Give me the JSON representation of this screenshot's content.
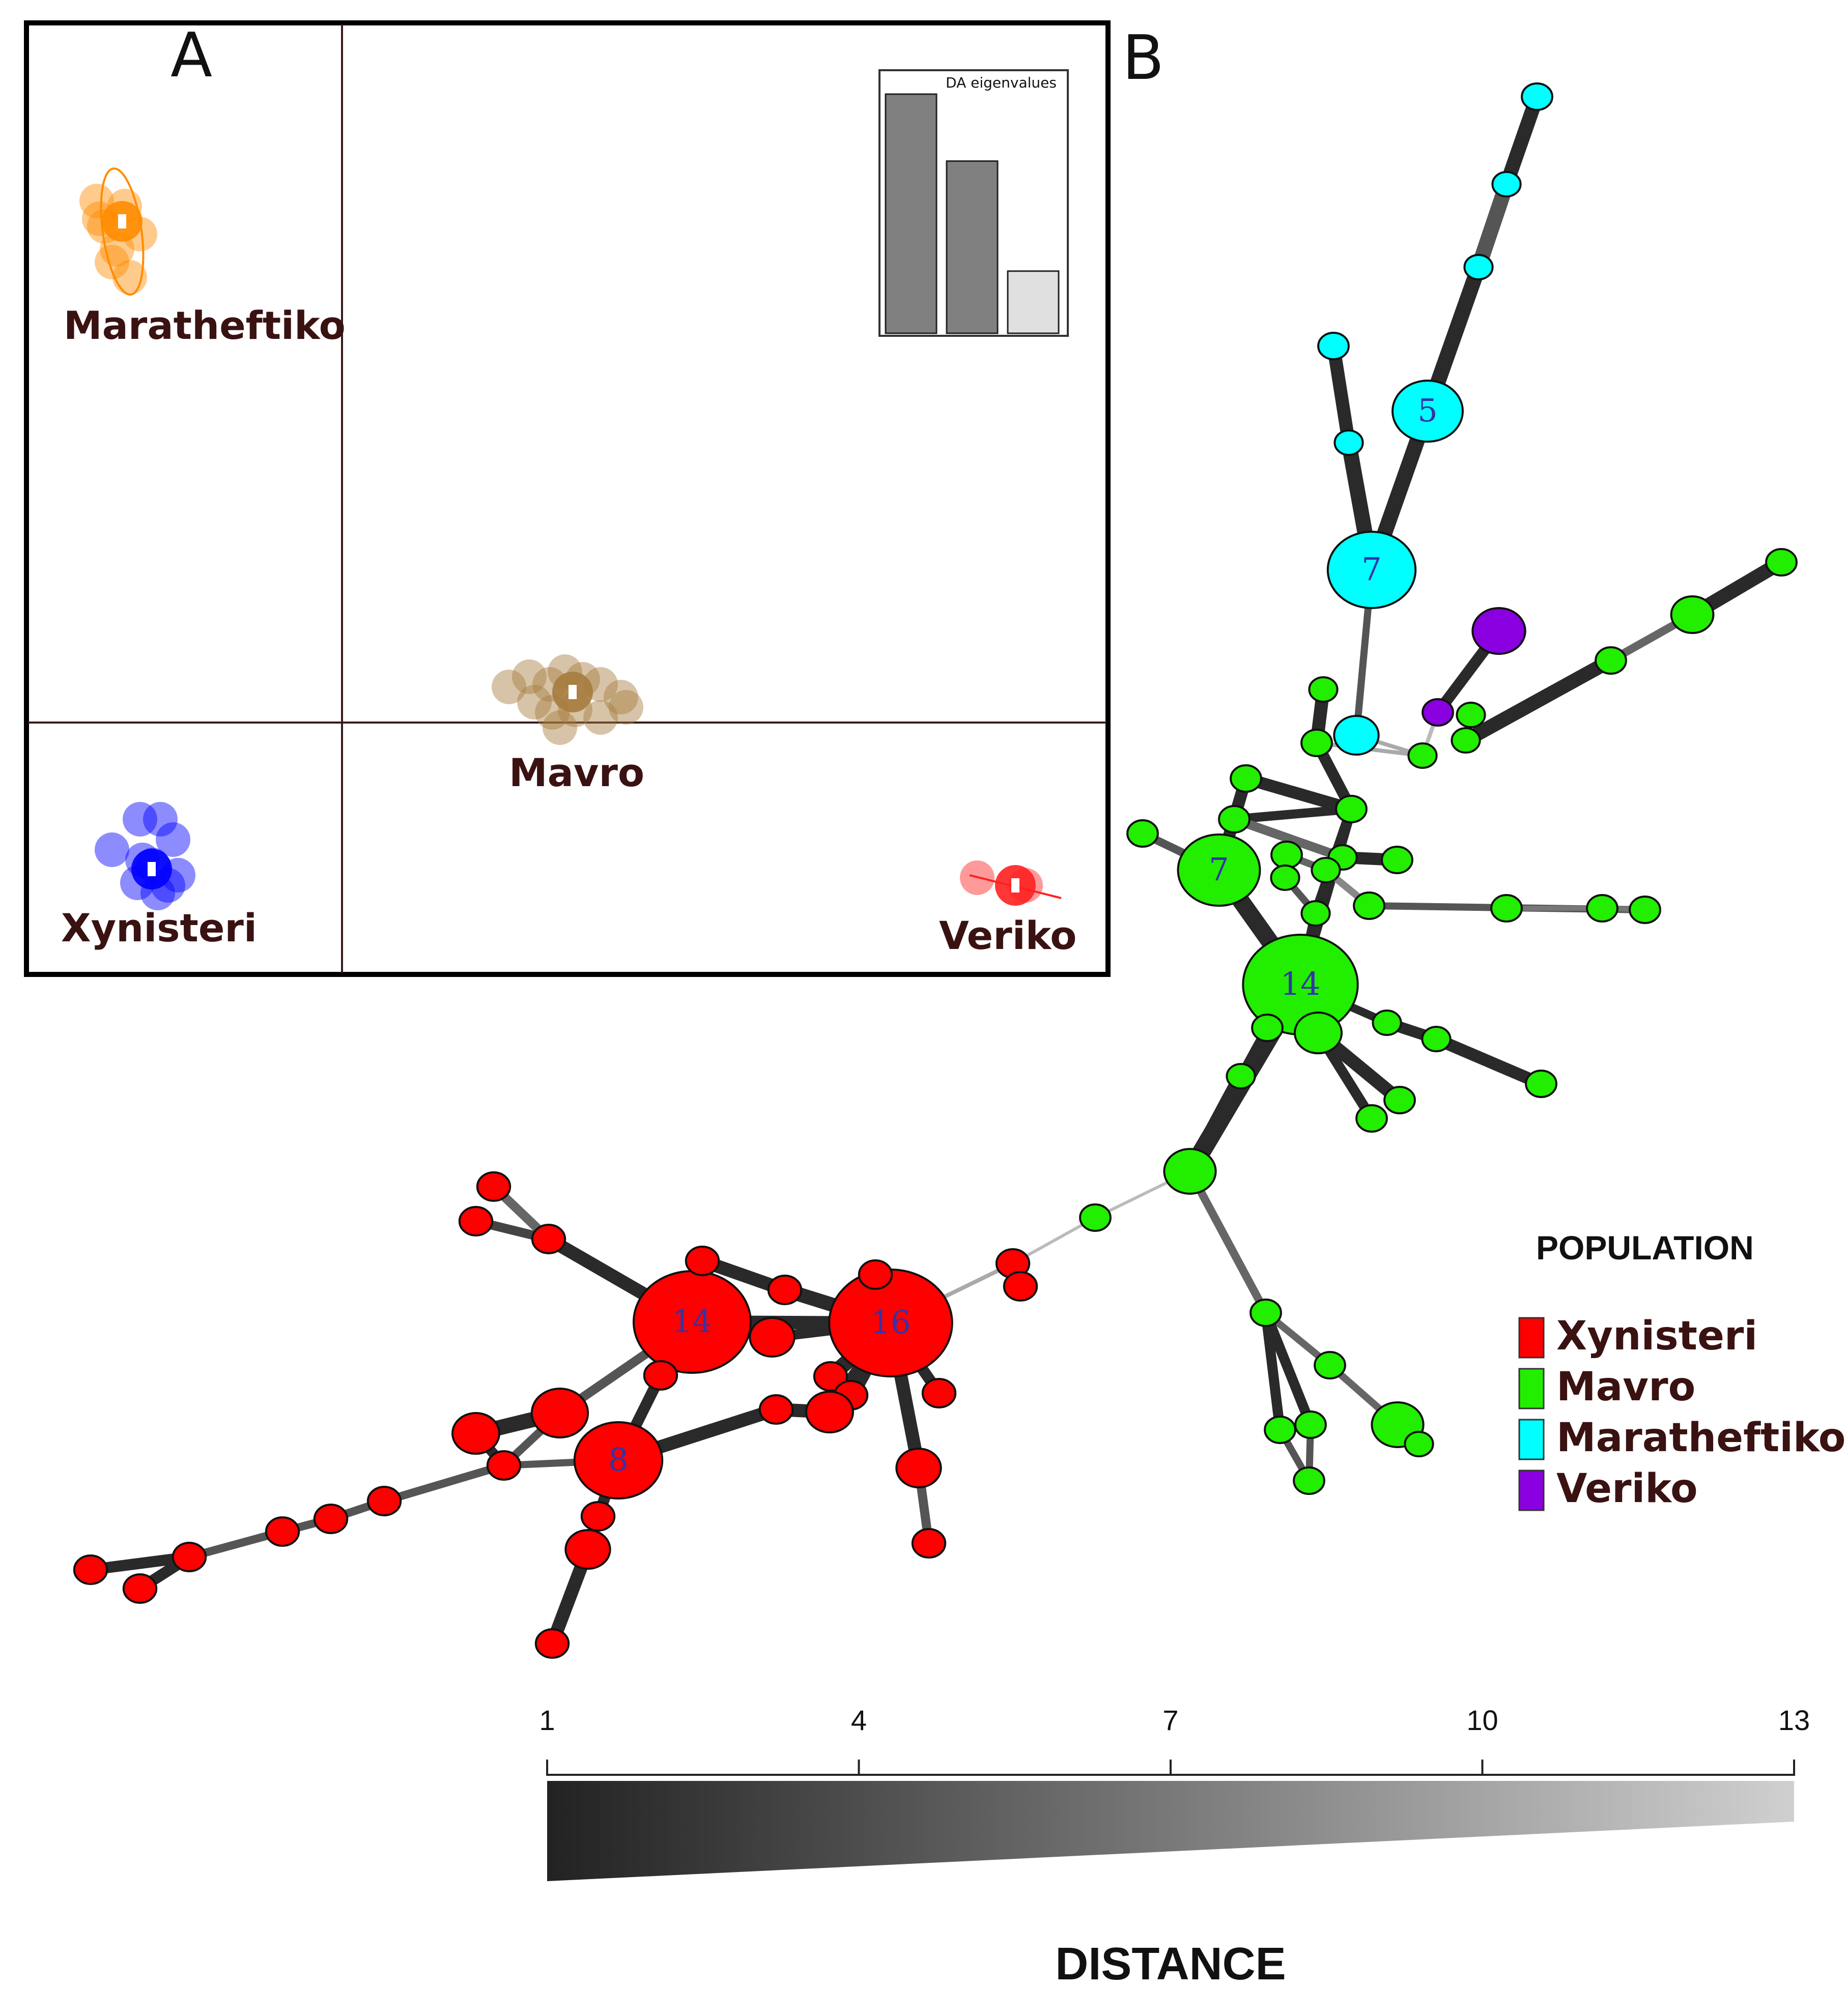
{
  "panel_a": {
    "letter": "A",
    "inset_title": "DA eigenvalues",
    "eigenvalues": [
      1.0,
      0.72,
      0.26
    ],
    "eigen_colors": [
      "#808080",
      "#808080",
      "#e0e0e0"
    ],
    "clusters": [
      {
        "name": "Maratheftiko",
        "color": "#ff8c00"
      },
      {
        "name": "Mavro",
        "color": "#a67c3d"
      },
      {
        "name": "Xynisteri",
        "color": "#0000ff"
      },
      {
        "name": "Veriko",
        "color": "#ff2020"
      }
    ]
  },
  "panel_b": {
    "letter": "B",
    "node_labels": {
      "maratheftiko_5": "5",
      "maratheftiko_7": "7",
      "mavro_7": "7",
      "mavro_14": "14",
      "xynisteri_14": "14",
      "xynisteri_16": "16",
      "xynisteri_8": "8"
    },
    "colors": {
      "Xynisteri": "#ff0000",
      "Mavro": "#22ee00",
      "Maratheftiko": "#00ffff",
      "Veriko": "#8a00e0",
      "node_label": "#3333aa"
    }
  },
  "legend": {
    "title": "POPULATION",
    "items": [
      {
        "label": "Xynisteri",
        "color": "#ff0000"
      },
      {
        "label": "Mavro",
        "color": "#22ee00"
      },
      {
        "label": "Maratheftiko",
        "color": "#00ffff"
      },
      {
        "label": "Veriko",
        "color": "#8a00e0"
      }
    ]
  },
  "distance_scale": {
    "title": "DISTANCE",
    "ticks": [
      "1",
      "4",
      "7",
      "10",
      "13"
    ],
    "range": [
      1,
      13
    ],
    "gradient": [
      "#222222",
      "#d0d0d0"
    ]
  }
}
